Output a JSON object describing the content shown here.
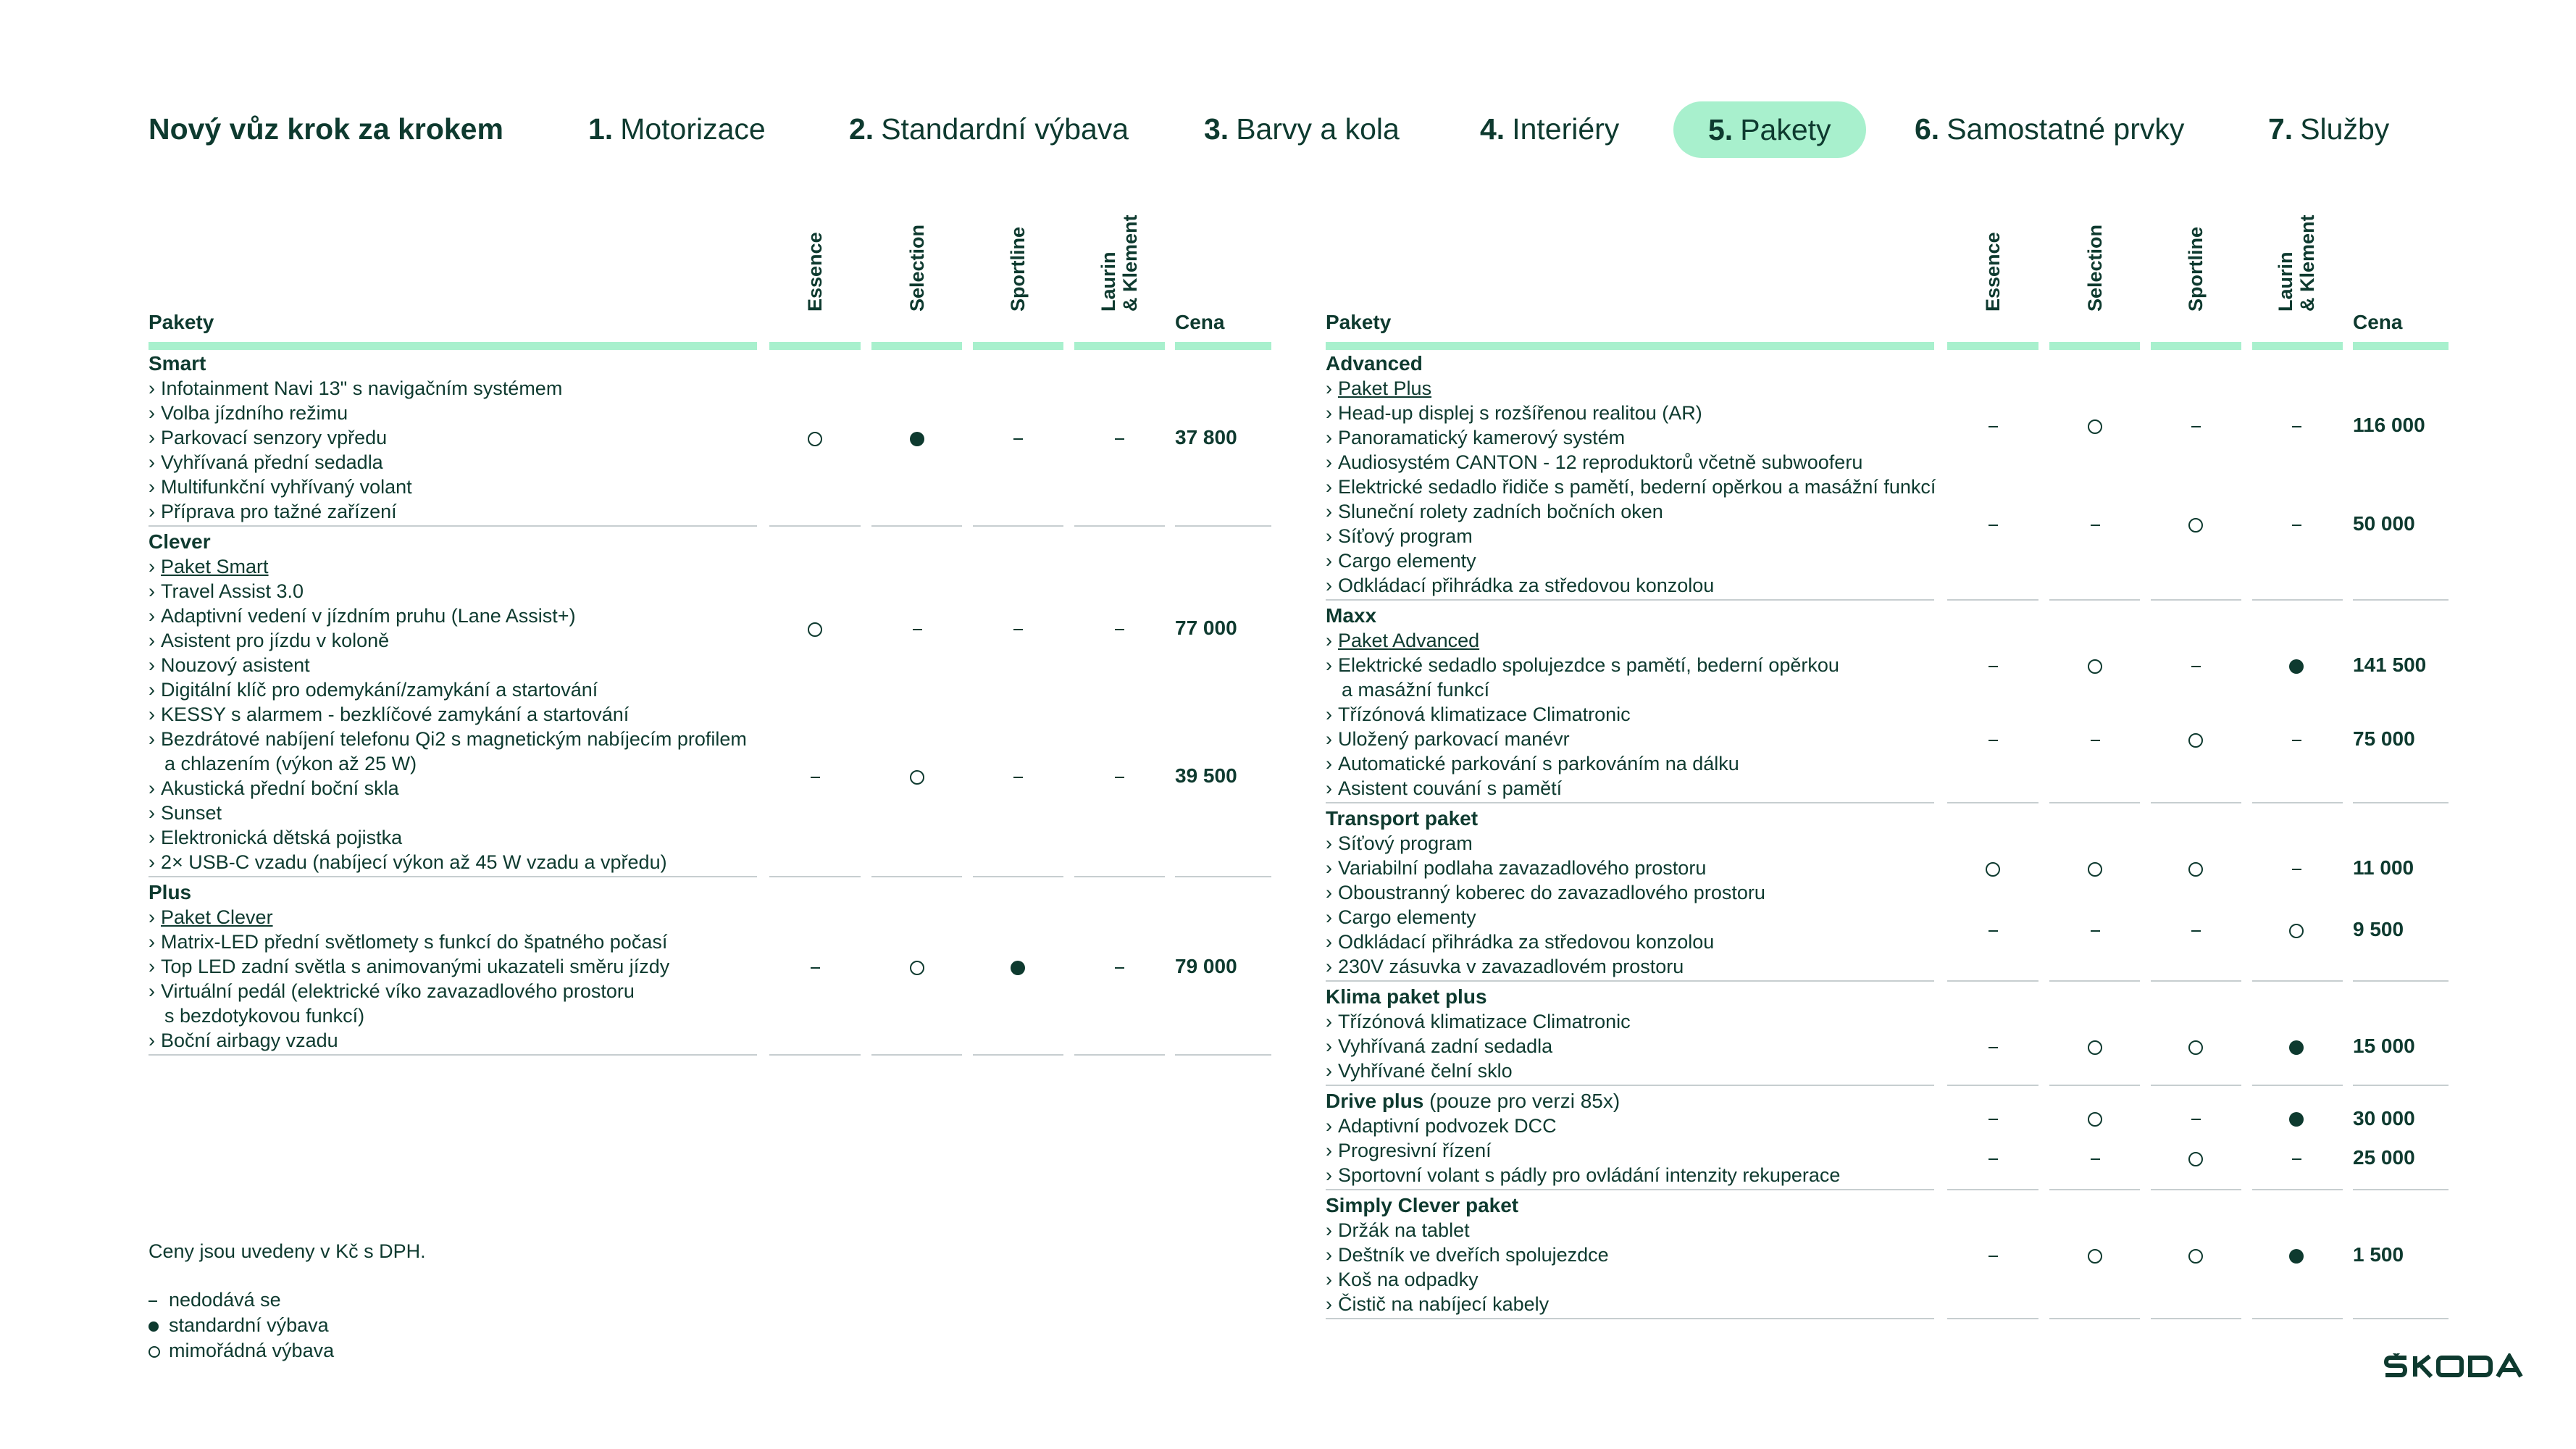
{
  "nav": {
    "title": "Nový vůz krok za krokem",
    "steps": [
      {
        "num": "1.",
        "label": "Motorizace"
      },
      {
        "num": "2.",
        "label": "Standardní výbava"
      },
      {
        "num": "3.",
        "label": "Barvy a kola"
      },
      {
        "num": "4.",
        "label": "Interiéry"
      },
      {
        "num": "5.",
        "label": "Pakety"
      },
      {
        "num": "6.",
        "label": "Samostatné prvky"
      },
      {
        "num": "7.",
        "label": "Služby"
      }
    ],
    "active_step": "5.",
    "active_color": "#a8f0cd"
  },
  "table_headers": {
    "packages": "Pakety",
    "trims": [
      "Essence",
      "Selection",
      "Sportline",
      "Laurin\n& Klement"
    ],
    "trim_lines": [
      [
        "Essence"
      ],
      [
        "Selection"
      ],
      [
        "Sportline"
      ],
      [
        "Laurin",
        "& Klement"
      ]
    ],
    "price": "Cena"
  },
  "left_table": [
    {
      "name": "Smart",
      "items": [
        {
          "t": "Infotainment Navi 13\" s navigačním systémem"
        },
        {
          "t": "Volba jízdního režimu"
        },
        {
          "t": "Parkovací senzory vpředu"
        },
        {
          "t": "Vyhřívaná přední sedadla"
        },
        {
          "t": "Multifunkční vyhřívaný volant"
        },
        {
          "t": "Příprava pro tažné zařízení"
        }
      ],
      "offers": [
        {
          "row": 3,
          "marks": [
            "open",
            "full",
            "dash",
            "dash"
          ],
          "price": "37 800"
        }
      ]
    },
    {
      "name": "Clever",
      "items": [
        {
          "t": "Paket Smart",
          "link": true
        },
        {
          "t": "Travel Assist 3.0"
        },
        {
          "t": "Adaptivní vedení v jízdním pruhu (Lane Assist+)"
        },
        {
          "t": "Asistent pro jízdu v koloně"
        },
        {
          "t": "Nouzový asistent"
        },
        {
          "t": "Digitální klíč pro odemykání/zamykání a startování"
        },
        {
          "t": "KESSY s alarmem - bezklíčové zamykání a startování"
        },
        {
          "t": "Bezdrátové nabíjení telefonu Qi2 s magnetickým nabíjecím profilem"
        },
        {
          "t": "a chlazením (výkon až 25 W)",
          "cont": true
        },
        {
          "t": "Akustická přední boční skla"
        },
        {
          "t": "Sunset"
        },
        {
          "t": "Elektronická dětská pojistka"
        },
        {
          "t": "2× USB-C vzadu (nabíjecí výkon až 45 W vzadu a vpředu)"
        }
      ],
      "offers": [
        {
          "row": 3.5,
          "marks": [
            "open",
            "dash",
            "dash",
            "dash"
          ],
          "price": "77 000"
        },
        {
          "row": 9.5,
          "marks": [
            "dash",
            "open",
            "dash",
            "dash"
          ],
          "price": "39 500"
        }
      ]
    },
    {
      "name": "Plus",
      "items": [
        {
          "t": "Paket Clever",
          "link": true
        },
        {
          "t": "Matrix-LED přední světlomety s funkcí do špatného počasí"
        },
        {
          "t": "Top LED zadní světla s animovanými ukazateli směru jízdy"
        },
        {
          "t": "Virtuální pedál (elektrické víko zavazadlového prostoru"
        },
        {
          "t": "s bezdotykovou funkcí)",
          "cont": true
        },
        {
          "t": "Boční airbagy vzadu"
        }
      ],
      "offers": [
        {
          "row": 3,
          "marks": [
            "dash",
            "open",
            "full",
            "dash"
          ],
          "price": "79 000"
        }
      ]
    }
  ],
  "right_table": [
    {
      "name": "Advanced",
      "items": [
        {
          "t": "Paket Plus",
          "link": true
        },
        {
          "t": "Head-up displej s rozšířenou realitou (AR)"
        },
        {
          "t": "Panoramatický kamerový systém"
        },
        {
          "t": "Audiosystém CANTON - 12 reproduktorů včetně subwooferu"
        },
        {
          "t": "Elektrické sedadlo řidiče s pamětí, bederní opěrkou a masážní funkcí"
        },
        {
          "t": "Sluneční rolety zadních bočních oken"
        },
        {
          "t": "Síťový program"
        },
        {
          "t": "Cargo elementy"
        },
        {
          "t": "Odkládací přihrádka za středovou konzolou"
        }
      ],
      "offers": [
        {
          "row": 2.5,
          "marks": [
            "dash",
            "open",
            "dash",
            "dash"
          ],
          "price": "116 000"
        },
        {
          "row": 6.5,
          "marks": [
            "dash",
            "dash",
            "open",
            "dash"
          ],
          "price": "50 000"
        }
      ]
    },
    {
      "name": "Maxx",
      "items": [
        {
          "t": "Paket Advanced",
          "link": true
        },
        {
          "t": "Elektrické sedadlo spolujezdce s pamětí, bederní opěrkou"
        },
        {
          "t": "a masážní funkcí",
          "cont": true
        },
        {
          "t": "Třízónová klimatizace Climatronic"
        },
        {
          "t": "Uložený parkovací manévr"
        },
        {
          "t": "Automatické parkování s parkováním na dálku"
        },
        {
          "t": "Asistent couvání s pamětí"
        }
      ],
      "offers": [
        {
          "row": 2,
          "marks": [
            "dash",
            "open",
            "dash",
            "full"
          ],
          "price": "141 500"
        },
        {
          "row": 5,
          "marks": [
            "dash",
            "dash",
            "open",
            "dash"
          ],
          "price": "75 000"
        }
      ]
    },
    {
      "name": "Transport paket",
      "items": [
        {
          "t": "Síťový program"
        },
        {
          "t": "Variabilní podlaha zavazadlového prostoru"
        },
        {
          "t": "Oboustranný koberec do zavazadlového prostoru"
        },
        {
          "t": "Cargo elementy"
        },
        {
          "t": "Odkládací přihrádka za středovou konzolou"
        },
        {
          "t": "230V zásuvka v zavazadlovém prostoru"
        }
      ],
      "offers": [
        {
          "row": 2,
          "marks": [
            "open",
            "open",
            "open",
            "dash"
          ],
          "price": "11 000"
        },
        {
          "row": 4.5,
          "marks": [
            "dash",
            "dash",
            "dash",
            "open"
          ],
          "price": "9 500"
        }
      ]
    },
    {
      "name": "Klima paket plus",
      "items": [
        {
          "t": "Třízónová klimatizace Climatronic"
        },
        {
          "t": "Vyhřívaná zadní sedadla"
        },
        {
          "t": "Vyhřívané čelní sklo"
        }
      ],
      "offers": [
        {
          "row": 2,
          "marks": [
            "dash",
            "open",
            "open",
            "full"
          ],
          "price": "15 000"
        }
      ]
    },
    {
      "name": "Drive plus",
      "name_note": "(pouze pro verzi 85x)",
      "items": [
        {
          "t": "Adaptivní podvozek DCC"
        },
        {
          "t": "Progresivní řízení"
        },
        {
          "t": "Sportovní volant s pádly pro ovládání intenzity rekuperace"
        }
      ],
      "offers": [
        {
          "row": 0.7,
          "marks": [
            "dash",
            "open",
            "dash",
            "full"
          ],
          "price": "30 000"
        },
        {
          "row": 2.3,
          "marks": [
            "dash",
            "dash",
            "open",
            "dash"
          ],
          "price": "25 000"
        }
      ]
    },
    {
      "name": "Simply Clever paket",
      "items": [
        {
          "t": "Držák na tablet"
        },
        {
          "t": "Deštník ve dveřích spolujezdce"
        },
        {
          "t": "Koš na odpadky"
        },
        {
          "t": "Čistič na nabíjecí kabely"
        }
      ],
      "offers": [
        {
          "row": 2,
          "marks": [
            "dash",
            "open",
            "open",
            "full"
          ],
          "price": "1 500"
        }
      ]
    }
  ],
  "footer": {
    "price_note": "Ceny jsou uvedeny v Kč s DPH.",
    "legend": [
      {
        "mark": "dash",
        "label": "nedodává se"
      },
      {
        "mark": "full",
        "label": "standardní výbava"
      },
      {
        "mark": "open",
        "label": "mimořádná výbava"
      }
    ]
  },
  "brand": {
    "logo_text": "ŠKODA",
    "color": "#0e3a2f"
  }
}
